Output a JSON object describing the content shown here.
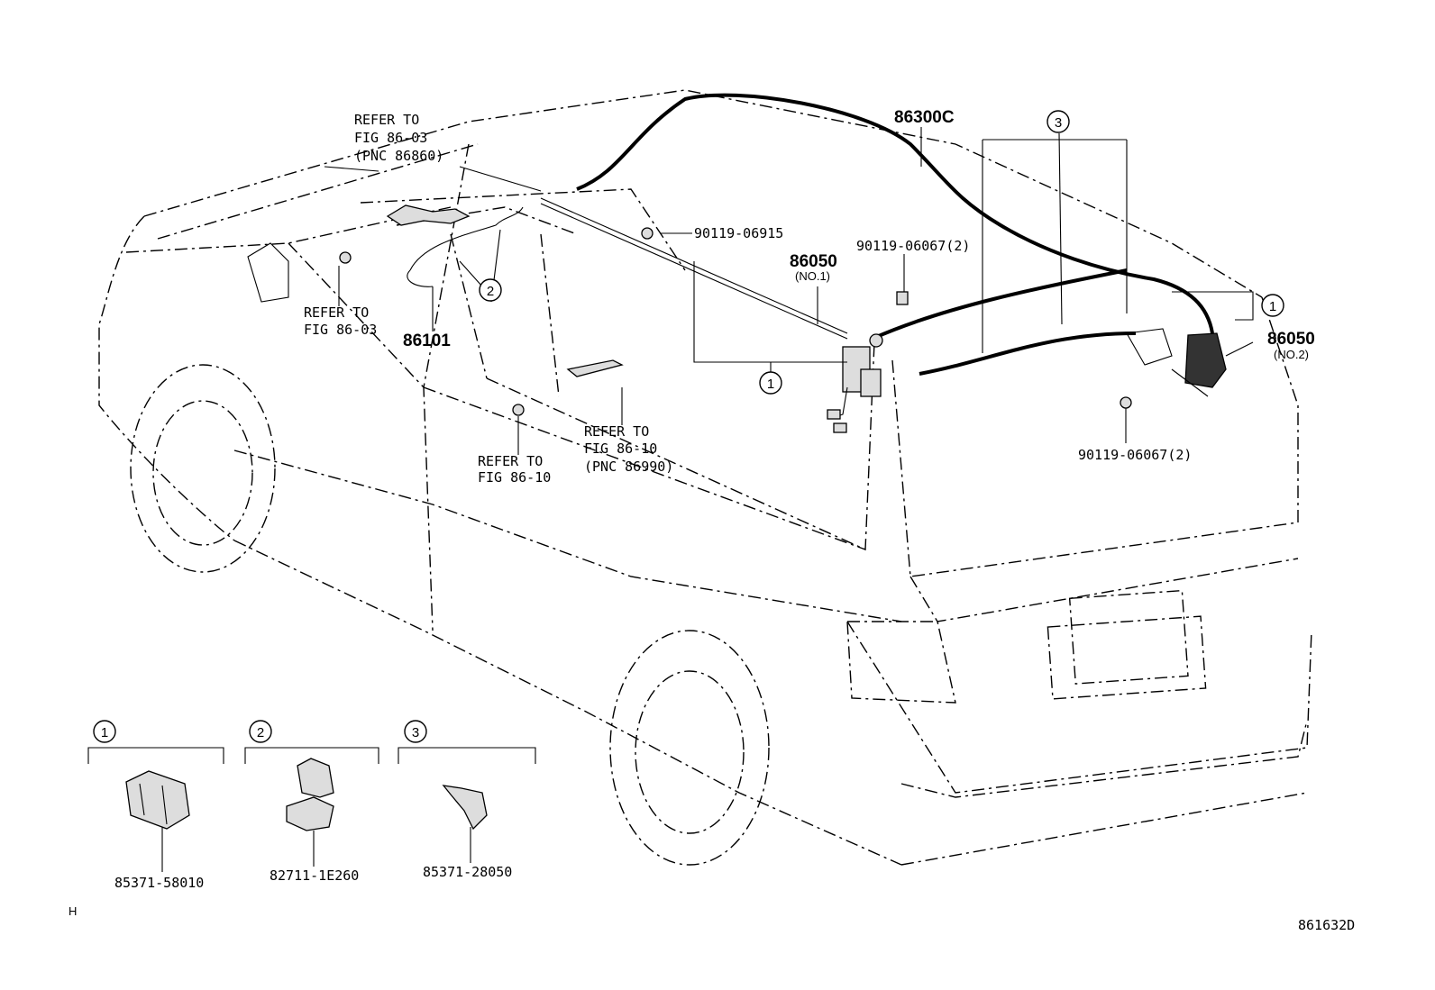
{
  "callouts": {
    "refer_8603_top": {
      "line1": "REFER TO",
      "line2": "FIG 86-03",
      "line3": "(PNC 86860)"
    },
    "refer_8603_left": {
      "line1": "REFER TO",
      "line2": "FIG 86-03"
    },
    "refer_8610_center": {
      "line1": "REFER TO",
      "line2": "FIG 86-10"
    },
    "refer_8610_pnc": {
      "line1": "REFER TO",
      "line2": "FIG 86-10",
      "line3": "(PNC 86990)"
    }
  },
  "parts": {
    "p86300c": "86300C",
    "p90119_06915": "90119-06915",
    "p86050_no1": "86050",
    "p86050_no1_sub": "(NO.1)",
    "p90119_06067_top": "90119-06067(2)",
    "p86050_no2": "86050",
    "p86050_no2_sub": "(NO.2)",
    "p90119_06067_bottom": "90119-06067(2)",
    "p86101": "86101"
  },
  "markers": {
    "one": "1",
    "two": "2",
    "three": "3"
  },
  "legend": [
    {
      "marker": "1",
      "part_no": "85371-58010"
    },
    {
      "marker": "2",
      "part_no": "82711-1E260"
    },
    {
      "marker": "3",
      "part_no": "85371-28050"
    }
  ],
  "footer": {
    "left_mark": "H",
    "figure_code": "861632D"
  }
}
